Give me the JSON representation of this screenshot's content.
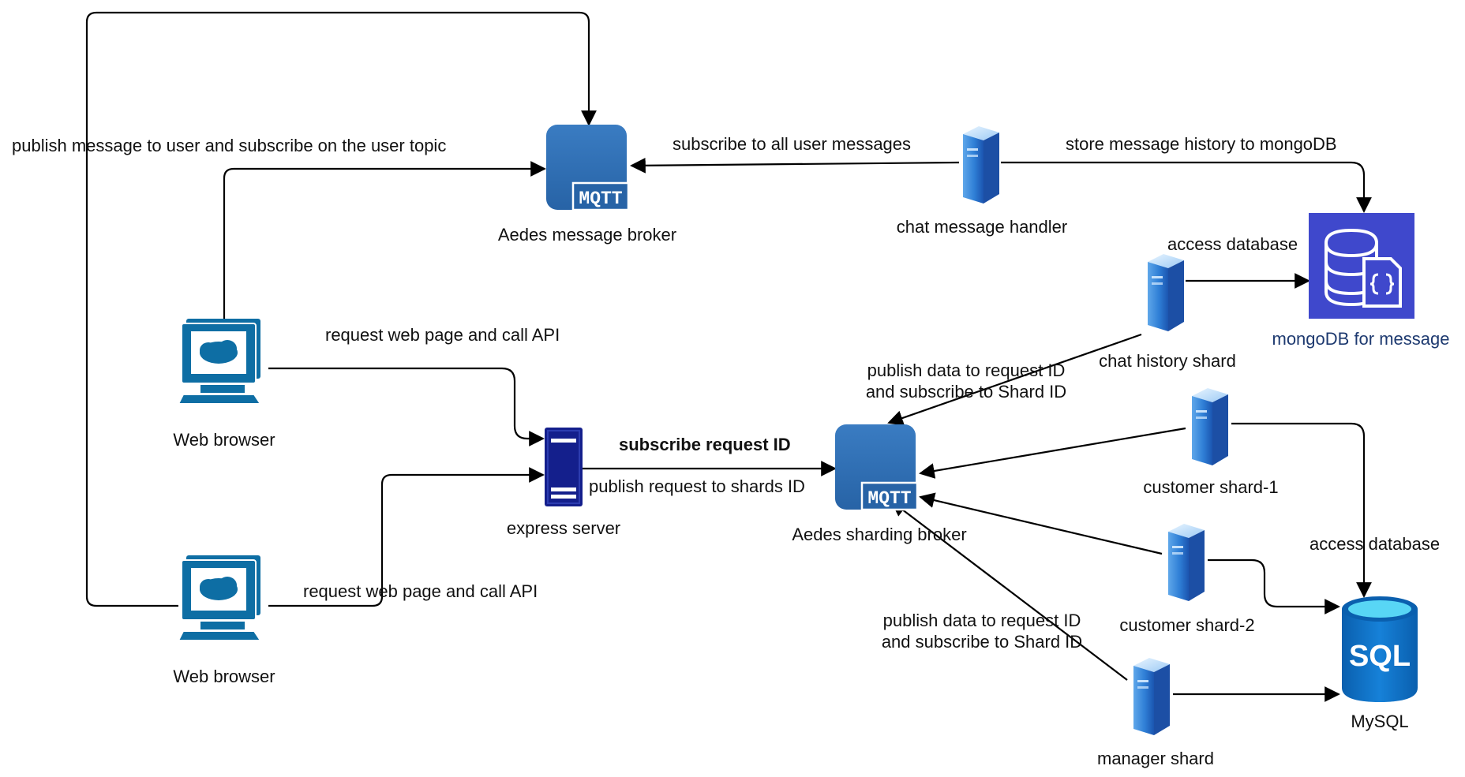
{
  "nodes": {
    "aedes_message_broker": {
      "label": "Aedes message broker",
      "badge": "MQTT"
    },
    "chat_message_handler": {
      "label": "chat message handler"
    },
    "mongodb": {
      "label": "mongoDB for message"
    },
    "chat_history_shard": {
      "label": "chat history shard"
    },
    "web_browser_top": {
      "label": "Web browser"
    },
    "web_browser_bottom": {
      "label": "Web browser"
    },
    "express_server": {
      "label": "express server"
    },
    "aedes_sharding_broker": {
      "label": "Aedes sharding broker",
      "badge": "MQTT"
    },
    "customer_shard_1": {
      "label": "customer shard-1"
    },
    "customer_shard_2": {
      "label": "customer shard-2"
    },
    "manager_shard": {
      "label": "manager shard"
    },
    "mysql": {
      "label": "MySQL",
      "badge": "SQL"
    }
  },
  "edges": {
    "publish_user_topic": "publish message to user and subscribe on the user topic",
    "subscribe_all_user_messages": "subscribe to all user messages",
    "store_history": "store message history to mongoDB",
    "access_database_mongo": "access database",
    "request_web_page_top": "request web page and call API",
    "request_web_page_bottom": "request web page and call API",
    "subscribe_request_id": "subscribe request ID",
    "publish_request_shards": "publish request to shards ID",
    "publish_data_top": "publish data to request ID\nand subscribe to Shard ID",
    "publish_data_bottom": "publish data to request ID\nand subscribe to Shard ID",
    "access_database_mysql": "access database"
  },
  "colors": {
    "mqtt_blue": "#2f6fb4",
    "mongo_purple": "#3f48cc",
    "sql_blue": "#0b6fc2",
    "browser_teal": "#0e6ea4",
    "express_navy": "#141f8c",
    "line": "#000000"
  }
}
